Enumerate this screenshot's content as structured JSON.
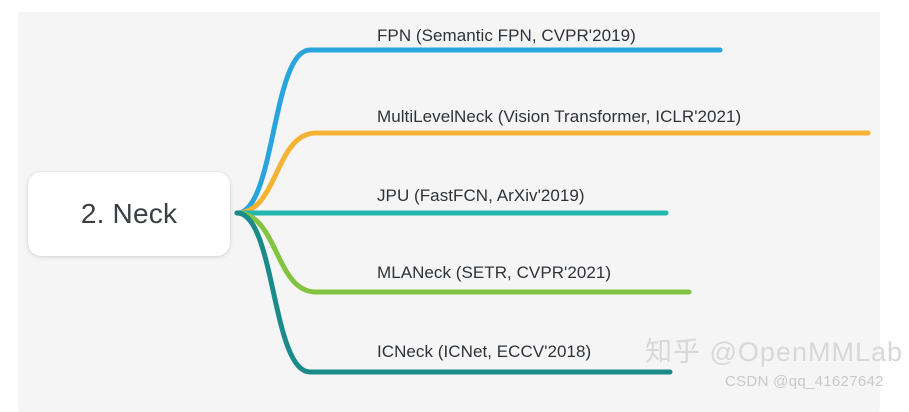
{
  "diagram": {
    "type": "mindmap",
    "root": {
      "label": "2. Neck"
    },
    "branches": [
      {
        "label": "FPN (Semantic FPN, CVPR'2019)",
        "color": "#29A4DC",
        "method": "FPN",
        "paper": "Semantic FPN",
        "venue": "CVPR'2019"
      },
      {
        "label": "MultiLevelNeck (Vision Transformer, ICLR'2021)",
        "color": "#F5B335",
        "method": "MultiLevelNeck",
        "paper": "Vision Transformer",
        "venue": "ICLR'2021"
      },
      {
        "label": "JPU (FastFCN, ArXiv'2019)",
        "color": "#22B8B0",
        "method": "JPU",
        "paper": "FastFCN",
        "venue": "ArXiv'2019"
      },
      {
        "label": "MLANeck (SETR, CVPR'2021)",
        "color": "#82C341",
        "method": "MLANeck",
        "paper": "SETR",
        "venue": "CVPR'2021"
      },
      {
        "label": "ICNeck (ICNet, ECCV'2018)",
        "color": "#1A8A8A",
        "method": "ICNeck",
        "paper": "ICNet",
        "venue": "ECCV'2018"
      }
    ]
  },
  "watermarks": {
    "zhihu": "知乎 @OpenMMLab",
    "csdn": "CSDN @qq_41627642"
  },
  "colors": {
    "page_background": "#ffffff",
    "panel_background": "#f5f5f5",
    "node_background": "#ffffff",
    "label_text": "#2f3337",
    "root_text": "#3b3f44"
  }
}
